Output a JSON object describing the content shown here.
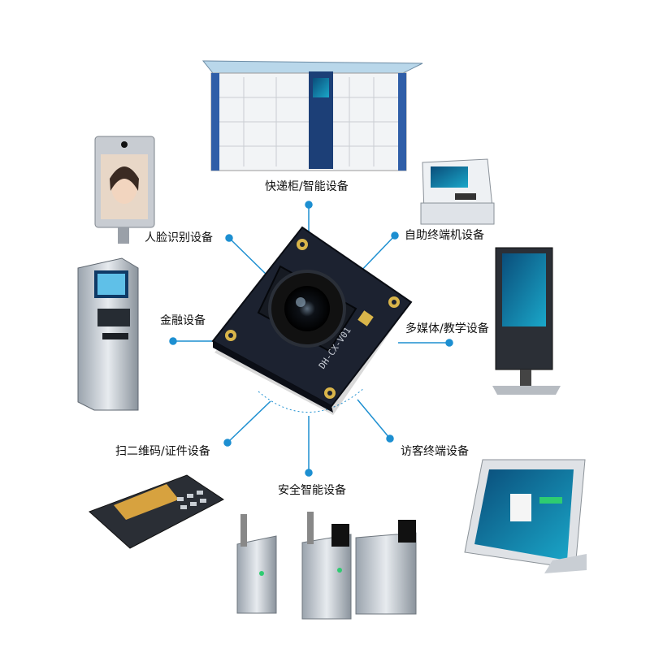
{
  "diagram": {
    "center_module": {
      "silkscreen_text": "DH-CX-V01"
    },
    "applications": [
      {
        "id": "locker",
        "label": "快递柜/智能设备"
      },
      {
        "id": "face",
        "label": "人脸识别设备"
      },
      {
        "id": "self-service",
        "label": "自助终端机设备"
      },
      {
        "id": "finance",
        "label": "金融设备"
      },
      {
        "id": "multimedia",
        "label": "多媒体/教学设备"
      },
      {
        "id": "scan",
        "label": "扫二维码/证件设备"
      },
      {
        "id": "visitor",
        "label": "访客终端设备"
      },
      {
        "id": "security",
        "label": "安全智能设备"
      }
    ],
    "colors": {
      "connector": "#1d8fd1",
      "pcb": "#1c2230",
      "pad_gold": "#d9b54a"
    }
  }
}
